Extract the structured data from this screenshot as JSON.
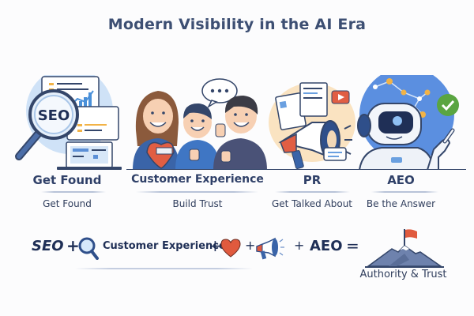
{
  "title": "Modern Visibility in the AI Era",
  "panels": [
    {
      "id": "seo",
      "icon": "seo-magnifier-icon",
      "heading": "Get Found",
      "subtitle": "Get Found"
    },
    {
      "id": "cx",
      "icon": "customers-thumbs-up-icon",
      "heading": "Customer Experience",
      "subtitle": "Build Trust"
    },
    {
      "id": "pr",
      "icon": "megaphone-icon",
      "heading": "PR",
      "subtitle": "Get Talked About"
    },
    {
      "id": "aeo",
      "icon": "robot-assistant-icon",
      "heading": "AEO",
      "subtitle": "Be the Answer"
    }
  ],
  "equation": {
    "term1": "SEO",
    "plus": "+",
    "term2": "Customer Experience",
    "term3": "AEO",
    "equals": "=",
    "result": "Authority & Trust"
  },
  "colors": {
    "title": "#3d4f73",
    "text": "#2f4068",
    "accent_blue": "#3e6fb8",
    "accent_red": "#e05a3e",
    "accent_green": "#5aa541",
    "pale_blue": "#cfe2f7",
    "pale_peach": "#fae3c1"
  }
}
